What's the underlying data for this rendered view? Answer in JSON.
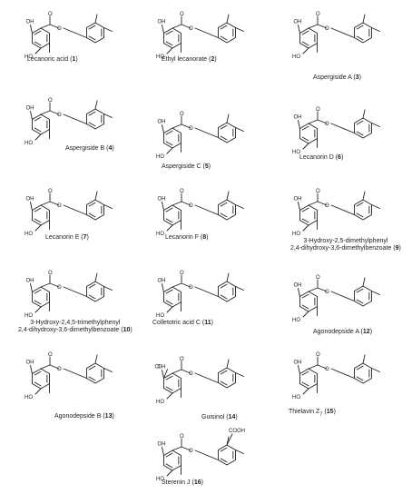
{
  "compounds": [
    {
      "name": "Lecanoric acid",
      "id": "1"
    },
    {
      "name": "Ethyl lecanorate",
      "id": "2"
    },
    {
      "name": "Aspergiside A",
      "id": "3"
    },
    {
      "name": "Aspergiside B",
      "id": "4"
    },
    {
      "name": "Aspergiside C",
      "id": "5"
    },
    {
      "name": "Lecanorin D",
      "id": "6"
    },
    {
      "name": "Lecanorin E",
      "id": "7"
    },
    {
      "name": "Lecanorin F",
      "id": "8"
    },
    {
      "name_line1": "3-Hydroxy-2,5-dimethylphenyl",
      "name_line2": "2,4-dihydroxy-3,6-dimethylbenzoate",
      "id": "9"
    },
    {
      "name_line1": "3-Hydroxy-2,4,5-trimethylphenyl",
      "name_line2": "2,4-dihydroxy-3,6-dimethylbenzoate",
      "id": "10"
    },
    {
      "name": "Colletotric acid C",
      "id": "11"
    },
    {
      "name": "Agonodepside A",
      "id": "12"
    },
    {
      "name": "Agonodepside B",
      "id": "13"
    },
    {
      "name": "Guisinol",
      "id": "14"
    },
    {
      "name": "Thielavin Z",
      "sub": "7",
      "id": "15"
    },
    {
      "name": "Sterenin J",
      "id": "16"
    }
  ],
  "atoms": {
    "oh": "OH",
    "ho": "HO",
    "o": "O",
    "cl": "Cl",
    "cooh": "COOH"
  }
}
